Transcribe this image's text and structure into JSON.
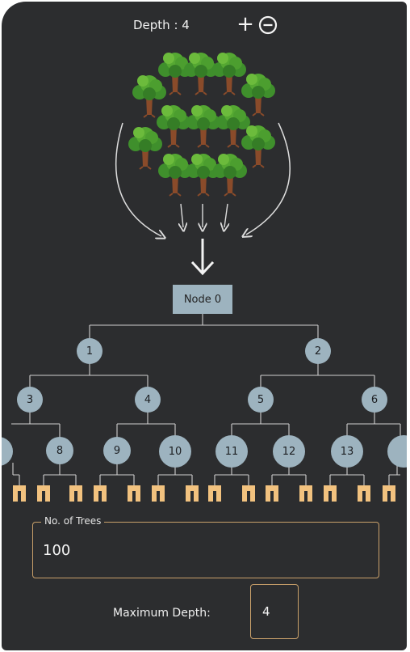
{
  "header": {
    "depth_label": "Depth : 4"
  },
  "icons": {
    "plus": "plus-icon",
    "minus": "minus-circle-icon",
    "trees": "tree-icon",
    "arrows": "arrow-down-icon"
  },
  "colors": {
    "background": "#2c2d2f",
    "node": "#9db3bf",
    "accent": "#c9a06a",
    "leaf": "#f2c27f"
  },
  "tree": {
    "root_label": "Node 0",
    "nodes": {
      "n1": "1",
      "n2": "2",
      "n3": "3",
      "n4": "4",
      "n5": "5",
      "n6": "6",
      "n8": "8",
      "n9": "9",
      "n10": "10",
      "n11": "11",
      "n12": "12",
      "n13": "13"
    }
  },
  "form": {
    "trees_label": "No. of Trees",
    "trees_value": "100",
    "depth_label": "Maximum Depth:",
    "depth_value": "4"
  }
}
